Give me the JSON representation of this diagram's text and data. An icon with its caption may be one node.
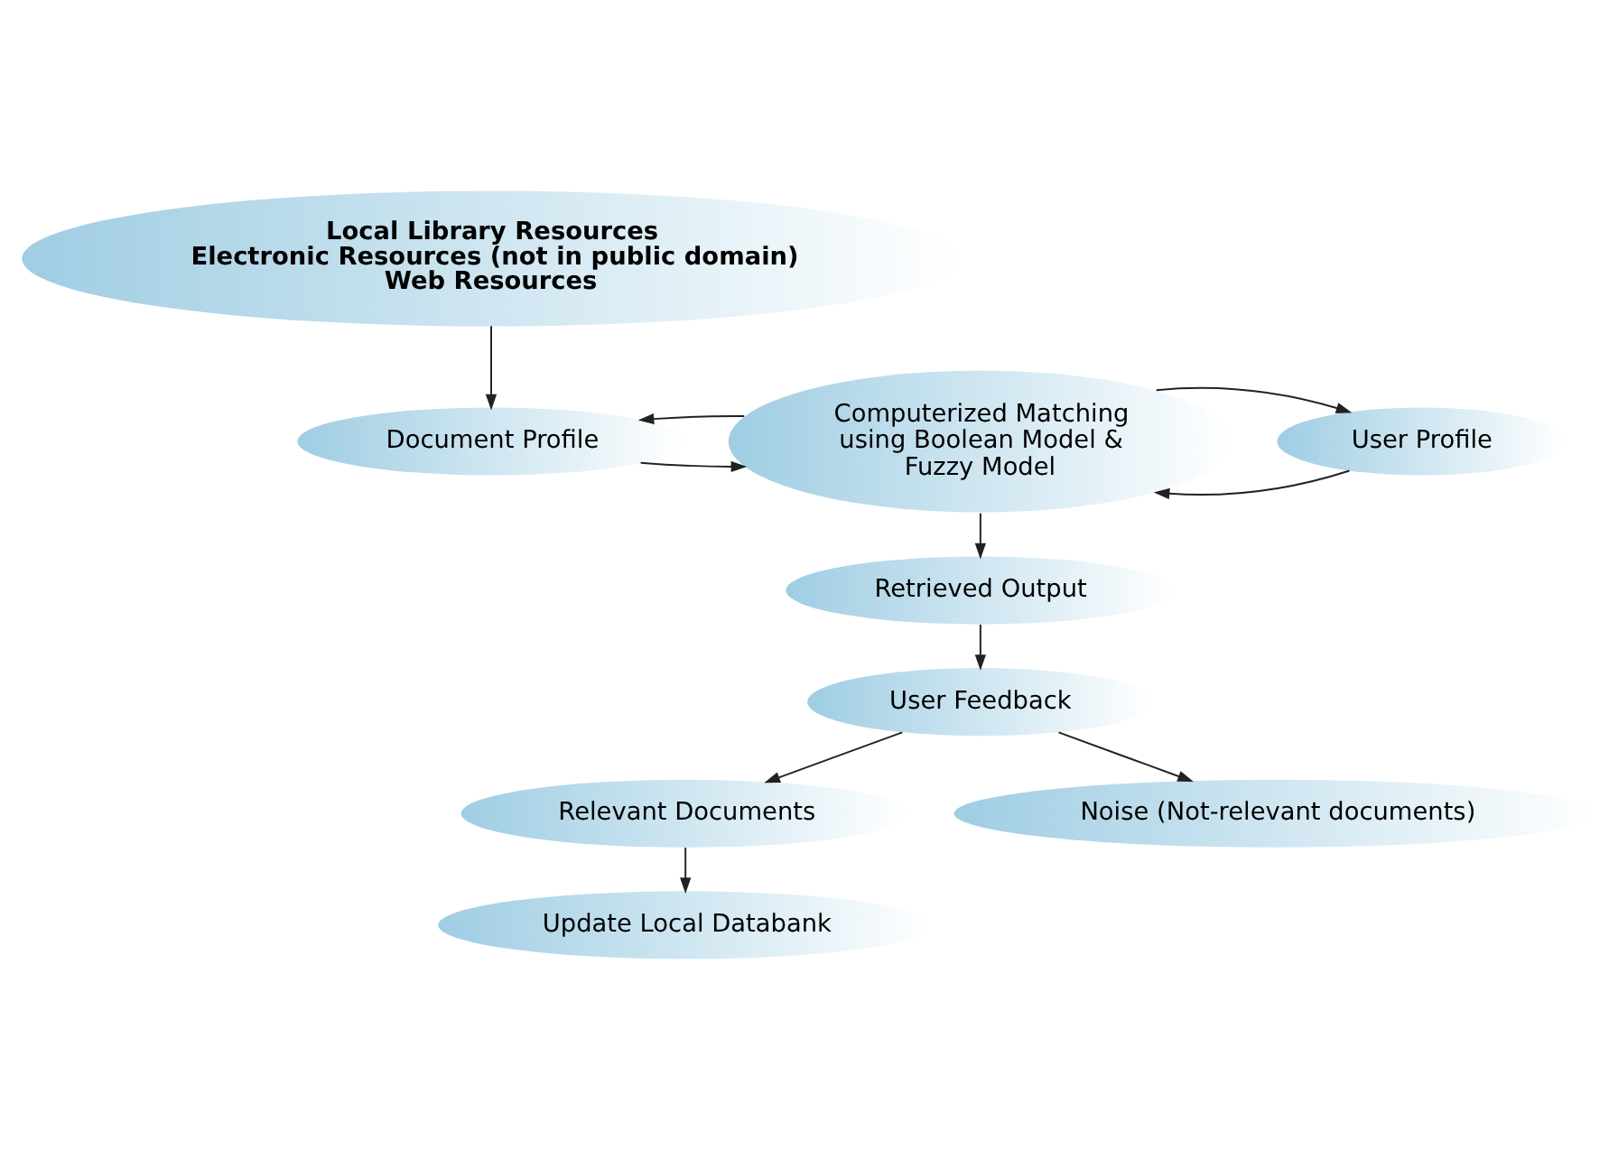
{
  "diagram": {
    "nodes": [
      {
        "text": [
          "Local Library Resources",
          "Electronic Resources (not in public domain)",
          "Web Resources"
        ]
      },
      {
        "text": [
          "Document Profile"
        ]
      },
      {
        "text": [
          "Computerized Matching using Boolean Model & Fuzzy Model"
        ]
      },
      {
        "text": [
          "User Profile"
        ]
      },
      {
        "text": [
          "Retrieved Output"
        ]
      },
      {
        "text": [
          "User Feedback"
        ]
      },
      {
        "text": [
          "Relevant Documents"
        ]
      },
      {
        "text": [
          "Noise (Not-relevant documents)"
        ]
      },
      {
        "text": [
          "Update Local Databank"
        ]
      }
    ],
    "edges": [
      {
        "from": 0,
        "to": 1,
        "arrow": "to"
      },
      {
        "from": 1,
        "to": 2,
        "arrow": "to"
      },
      {
        "from": 2,
        "to": 1,
        "arrow": "to"
      },
      {
        "from": 3,
        "to": 2,
        "arrow": "to"
      },
      {
        "from": 2,
        "to": 3,
        "arrow": "to"
      },
      {
        "from": 2,
        "to": 4,
        "arrow": "to"
      },
      {
        "from": 4,
        "to": 5,
        "arrow": "to"
      },
      {
        "from": 5,
        "to": 6,
        "arrow": "to"
      },
      {
        "from": 5,
        "to": 7,
        "arrow": "to"
      },
      {
        "from": 6,
        "to": 8,
        "arrow": "to"
      }
    ]
  }
}
